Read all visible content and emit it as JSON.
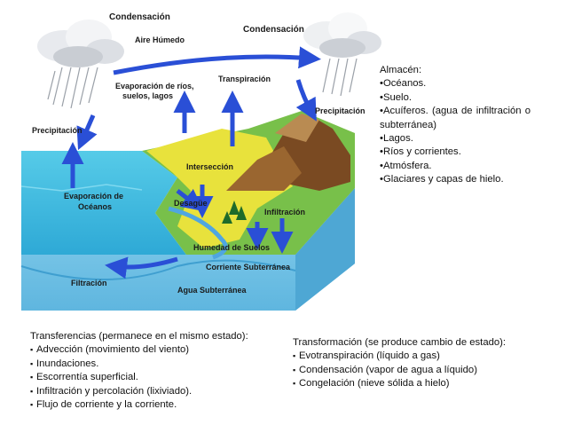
{
  "diagram_labels": {
    "condensacion_left": "Condensación",
    "aire_humedo": "Aire Húmedo",
    "condensacion_right": "Condensación",
    "evap_rios_l1": "Evaporación de ríos,",
    "evap_rios_l2": "suelos, lagos",
    "transpiracion": "Transpiración",
    "precipitacion_left": "Precipitación",
    "precipitacion_right": "Precipitación",
    "evap_oceanos_l1": "Evaporación de",
    "evap_oceanos_l2": "Océanos",
    "interseccion": "Intersección",
    "desague": "Desagüe",
    "infiltracion": "Infiltración",
    "humedad_suelos": "Humedad de Suelos",
    "corriente_subterranea": "Corriente Subterránea",
    "filtracion": "Filtración",
    "agua_subterranea": "Agua Subterránea"
  },
  "almacen": {
    "title": "Almacén:",
    "items": [
      "•Océanos.",
      "•Suelo.",
      "•Acuíferos. (agua de infiltración o subterránea)",
      "•Lagos.",
      "•Ríos y corrientes.",
      "•Atmósfera.",
      "•Glaciares y capas de hielo."
    ]
  },
  "transferencias": {
    "title": "Transferencias (permanece en el mismo estado):",
    "items": [
      "Advección (movimiento del viento)",
      "Inundaciones.",
      "Escorrentía superficial.",
      "Infiltración y percolación (lixiviado).",
      "Flujo de corriente y la corriente."
    ]
  },
  "transformacion": {
    "title": "Transformación (se produce cambio de estado):",
    "items": [
      "Evotranspiración (líquido a gas)",
      "Condensación (vapor de agua a líquido)",
      "Congelación (nieve sólida a hielo)"
    ]
  },
  "colors": {
    "ocean": "#4fc3e0",
    "ground": "#7ec8e8",
    "land_green": "#78c04a",
    "land_yellow": "#e8e23c",
    "mountains": "#8b5a2b",
    "arrows": "#2a4fd6"
  }
}
